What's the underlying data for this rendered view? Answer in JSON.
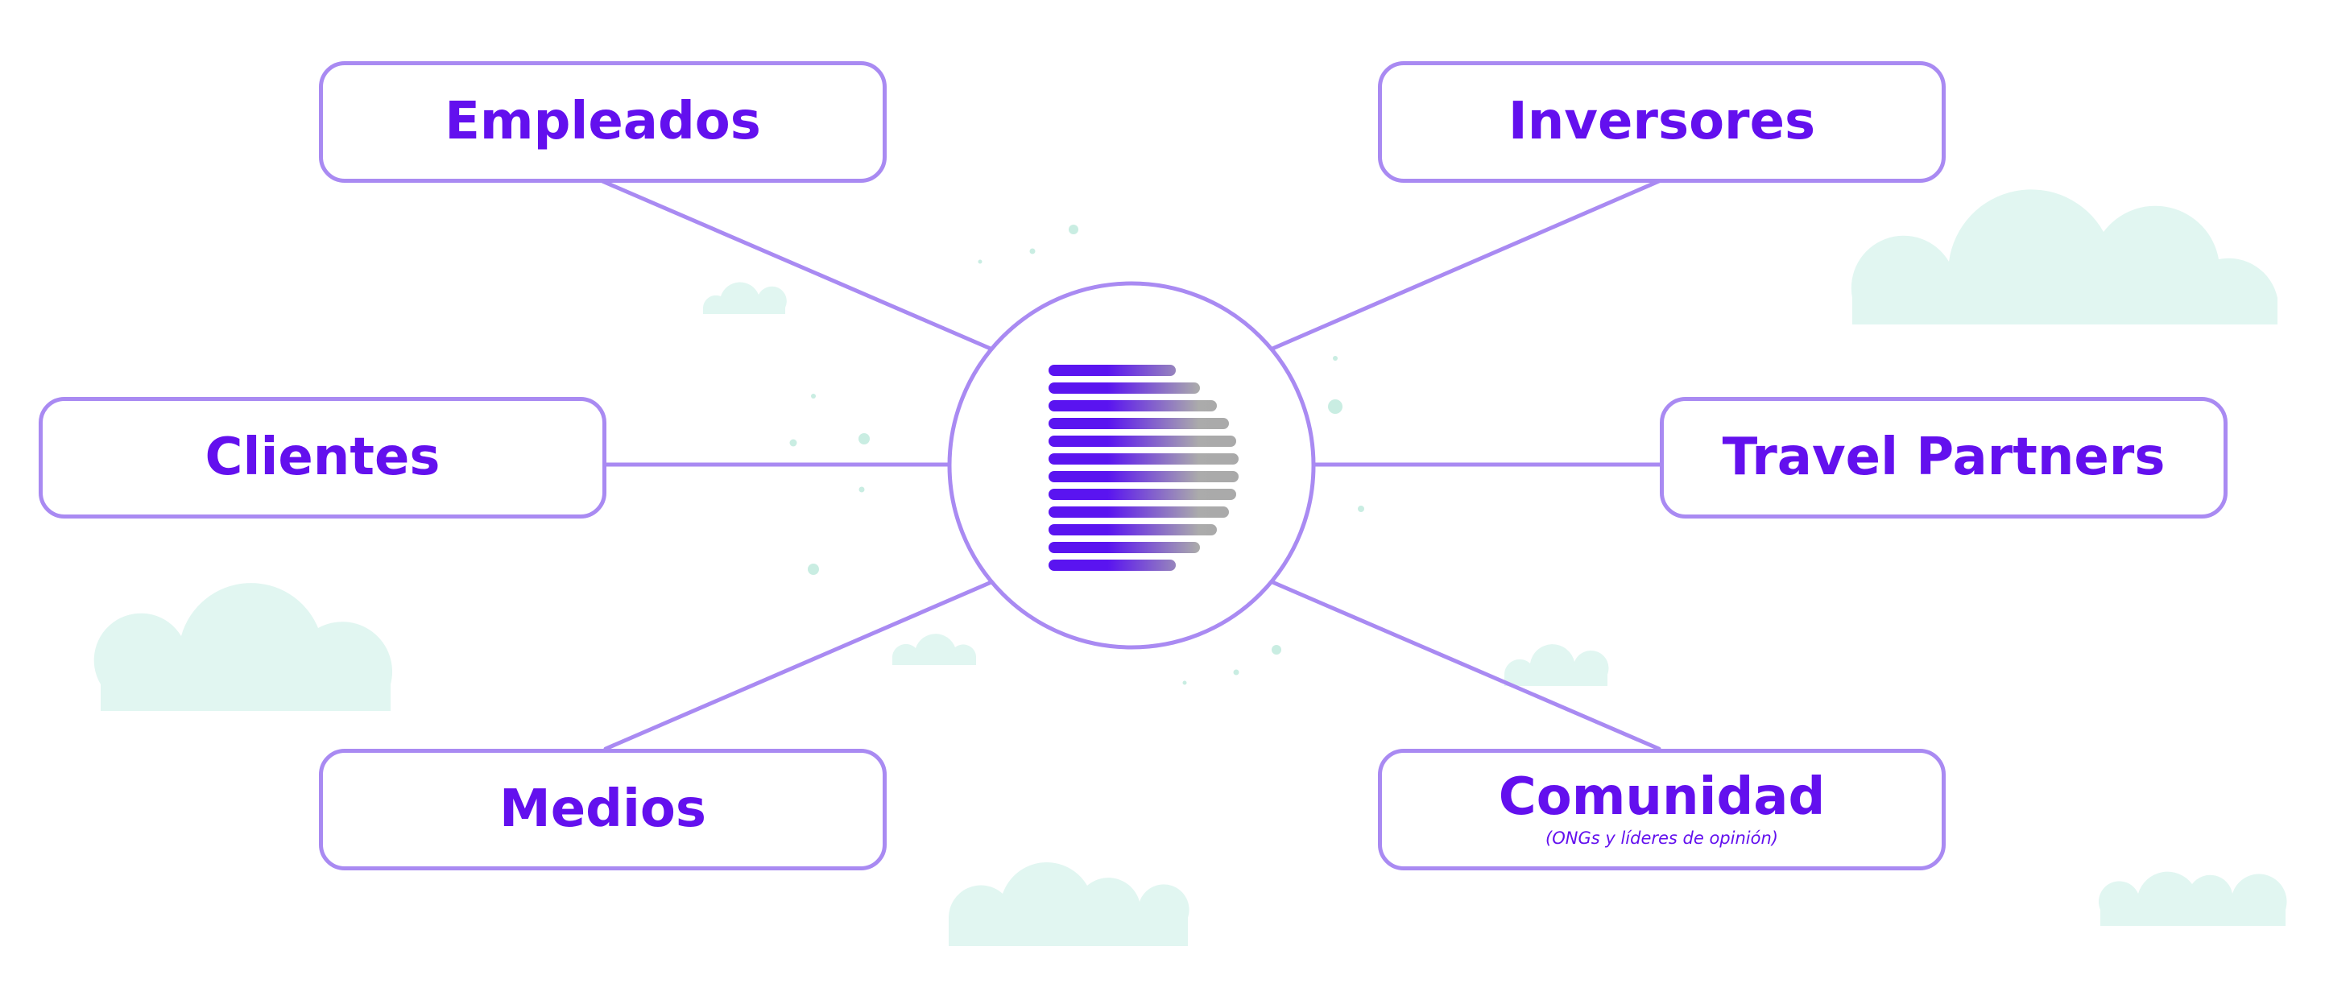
{
  "diagram": {
    "center": {
      "logo_icon": "striped-d-logo-icon"
    },
    "nodes": [
      {
        "id": "empleados",
        "label": "Empleados",
        "sublabel": ""
      },
      {
        "id": "inversores",
        "label": "Inversores",
        "sublabel": ""
      },
      {
        "id": "clientes",
        "label": "Clientes",
        "sublabel": ""
      },
      {
        "id": "travel-partners",
        "label": "Travel Partners",
        "sublabel": ""
      },
      {
        "id": "medios",
        "label": "Medios",
        "sublabel": ""
      },
      {
        "id": "comunidad",
        "label": "Comunidad",
        "sublabel": "(ONGs y líderes de opinión)"
      }
    ]
  },
  "colors": {
    "accent": "#6310ee",
    "line": "#a98af2",
    "cloud": "#e1f6f1",
    "dot": "#c9ede2",
    "logo_gray": "#a9a9a9",
    "background": "#ffffff"
  }
}
